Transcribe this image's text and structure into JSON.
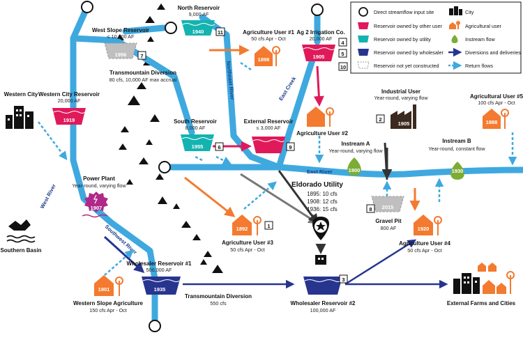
{
  "legend": {
    "items": [
      "Direct streamflow input site",
      "City",
      "Reservoir owned by other user",
      "Agricultural user",
      "Reservoir owned by utility",
      "Instream flow",
      "Reservoir owned by wholesaler",
      "Diversions and deliveries",
      "Reservoir not yet constructed",
      "Return flows"
    ]
  },
  "rivers": {
    "east": "East River",
    "west": "West River",
    "northeast": "Northeast River",
    "southwest": "Southwest River",
    "east_creek": "East Creek"
  },
  "nodes": {
    "north_res": {
      "name": "North Reservoir",
      "cap": "9,000 AF",
      "year": "1940",
      "num": "11"
    },
    "west_slope_res": {
      "name": "West Slope Reservoir",
      "cap": "≤ 10,000 AF",
      "year": "1956",
      "num": "7"
    },
    "transmountain_top": {
      "name": "Transmountain Diversion",
      "l1": "80 cfs, 10,000 AF max accrual"
    },
    "ag1": {
      "name": "Agriculture User #1",
      "l1": "50 cfs Apr - Oct",
      "year": "1898"
    },
    "ag2_irr": {
      "name": "Ag 2 Irrigation Co.",
      "cap": "20,000 AF",
      "year": "1905",
      "n1": "4",
      "n2": "5",
      "n3": "10"
    },
    "western_city": {
      "name": "Western City"
    },
    "western_city_res": {
      "name": "Western City Reservoir",
      "cap": "20,000 AF",
      "year": "1919"
    },
    "south_res": {
      "name": "South Reservoir",
      "cap": "8,000 AF",
      "year": "1955",
      "num": "6"
    },
    "external_res": {
      "name": "External Reservoir",
      "cap": "≤ 3,000 AF",
      "num": "9"
    },
    "ag2": {
      "name": "Agriculture User #2"
    },
    "industrial": {
      "name": "Industrial User",
      "l1": "Year-round, varying flow",
      "year": "1905",
      "num": "2"
    },
    "ag5": {
      "name": "Agricultural User #5",
      "l1": "100 cfs Apr - Oct",
      "year": "1888"
    },
    "instream_a": {
      "name": "Instream A",
      "l1": "Year-round, varying flow",
      "year": "1900"
    },
    "instream_b": {
      "name": "Instream B",
      "l1": "Year-round, constant flow",
      "year": "1930"
    },
    "power_plant": {
      "name": "Power Plant",
      "l1": "Year-round, varying flow",
      "year": "1907"
    },
    "eldorado": {
      "name": "Eldorado Utility",
      "r1": "1895: 10 cfs",
      "r2": "1908: 12 cfs",
      "r3": "1936: 15 cfs"
    },
    "gravel_pit": {
      "name": "Gravel Pit",
      "cap": "800 AF",
      "year": "2015",
      "num": "8"
    },
    "ag3": {
      "name": "Agriculture User #3",
      "l1": "50 cfs Apr - Oct",
      "year": "1892",
      "num": "1"
    },
    "ag4": {
      "name": "Agriculture User #4",
      "l1": "50 cfs Apr - Oct",
      "year": "1920"
    },
    "southern_basin": {
      "name": "Southern Basin"
    },
    "wholesaler1": {
      "name": "Wholesaler Reservoir #1",
      "cap": "500,000 AF",
      "year": "1935"
    },
    "ws_ag": {
      "name": "Western Slope Agriculture",
      "l1": "150 cfs Apr - Oct",
      "year": "1901"
    },
    "transmountain_bot": {
      "name": "Transmountain Diversion",
      "l1": "550 cfs"
    },
    "wholesaler2": {
      "name": "Wholesaler Reservoir #2",
      "cap": "100,000 AF",
      "num": "3"
    },
    "external_farms": {
      "name": "External Farms and Cities"
    }
  },
  "colors": {
    "river": "#3fa9df",
    "reservoir_other": "#e0195a",
    "reservoir_utility": "#14b3b0",
    "reservoir_wholesaler": "#27358f",
    "reservoir_future": "#bfbfbf",
    "agricultural": "#f37a2f",
    "instream": "#7cac34",
    "diversion": "#27358f",
    "power": "#b0288a"
  }
}
